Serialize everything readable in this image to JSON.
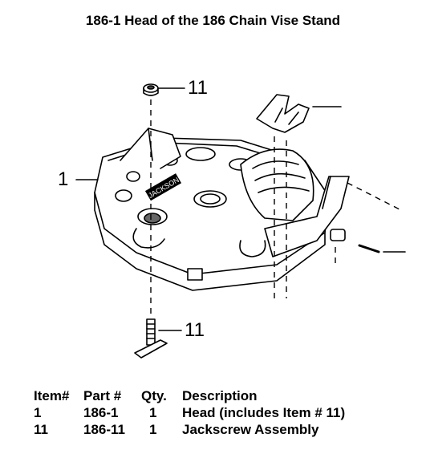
{
  "title": "186-1 Head of the 186 Chain Vise Stand",
  "callouts": {
    "nut": "11",
    "head": "1",
    "screw": "11"
  },
  "stamp": "JACKSON",
  "table": {
    "headers": [
      "Item#",
      "Part #",
      "Qty.",
      "Description"
    ],
    "rows": [
      [
        "1",
        "186-1",
        "1",
        "Head (includes Item # 11)"
      ],
      [
        "11",
        "186-11",
        "1",
        "Jackscrew Assembly"
      ]
    ]
  }
}
